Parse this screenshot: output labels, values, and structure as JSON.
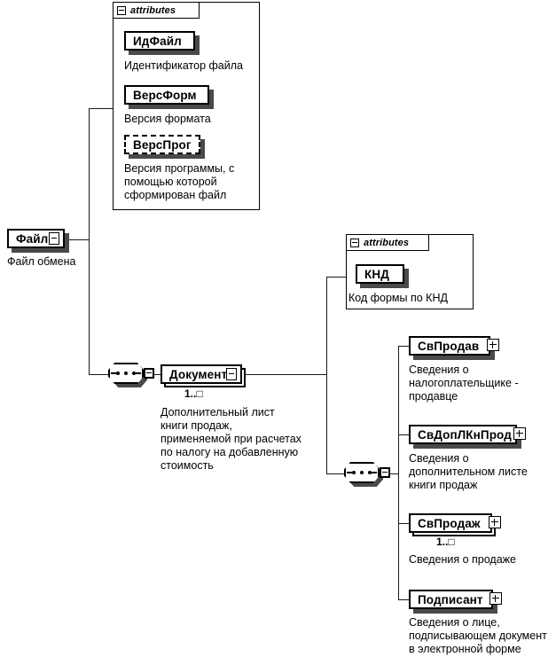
{
  "diagram": {
    "title": "XML schema structure diagram",
    "root": {
      "name": "Файл",
      "caption": "Файл обмена",
      "toggle": "minus"
    },
    "file_attributes": {
      "tab_label": "attributes",
      "items": [
        {
          "name": "ИдФайл",
          "caption": "Идентификатор файла",
          "optional": false
        },
        {
          "name": "ВерсФорм",
          "caption": "Версия формата",
          "optional": false
        },
        {
          "name": "ВерсПрог",
          "caption": "Версия программы, с\nпомощью которой\nсформирован файл",
          "optional": true
        }
      ]
    },
    "document": {
      "name": "Документ",
      "multiplicity": "1..□",
      "caption": "Дополнительный лист\nкниги продаж,\nприменяемой при расчетах\nпо налогу на добавленную\nстоимость",
      "toggle": "minus"
    },
    "document_attributes": {
      "tab_label": "attributes",
      "items": [
        {
          "name": "КНД",
          "caption": "Код формы  по КНД",
          "optional": false
        }
      ]
    },
    "document_children": [
      {
        "name": "СвПродав",
        "caption": "Сведения о\nналогоплательщике -\nпродавце",
        "multiplicity": "",
        "toggle": "plus",
        "repeat": false
      },
      {
        "name": "СвДопЛКнПрод",
        "caption": "Сведения о\nдополнительном листе\nкниги продаж",
        "multiplicity": "",
        "toggle": "plus",
        "repeat": false
      },
      {
        "name": "СвПродаж",
        "caption": "Сведения о продаже",
        "multiplicity": "1..□",
        "toggle": "plus",
        "repeat": true
      },
      {
        "name": "Подписант",
        "caption": "Сведения о лице,\nподписывающем документ\nв электронной форме",
        "multiplicity": "",
        "toggle": "plus",
        "repeat": false
      }
    ],
    "colors": {
      "line": "#1a1a1a",
      "shadow": "#4a4a4a",
      "background": "#ffffff"
    }
  }
}
